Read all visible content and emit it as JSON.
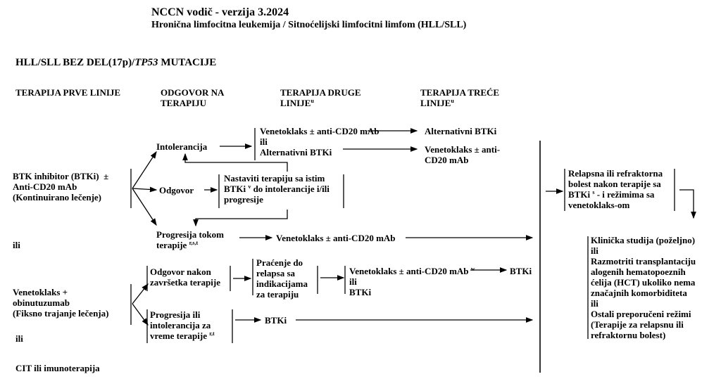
{
  "header": {
    "title": "NCCN vodič - verzija 3.2024",
    "subtitle": "Hronična limfocitna leukemija / Sitnoćelijski limfocitni limfom (HLL/SLL)"
  },
  "section_title_pre": "HLL/SLL BEZ DEL(17p)/",
  "section_title_italic": "TP53",
  "section_title_post": " MUTACIJE",
  "columns": {
    "first_line": "TERAPIJA PRVE LINIJE",
    "response": "ODGOVOR NA\nTERAPIJU",
    "second_line": "TERAPIJA DRUGE\nLINIJE",
    "second_line_sup": "u",
    "third_line": "TERAPIJA TREĆE\nLINIJE",
    "third_line_sup": "u"
  },
  "first_line": {
    "btki": "BTK inhibitor (BTKi)  ±\nAnti-CD20 mAb\n(Kontinuirano lečenje)",
    "or1": "ili",
    "venetoclax": "Venetoklaks +\nobinutuzumab\n(Fiksno trajanje lečenja)",
    "or2": "ili",
    "cit": "CIT ili imunoterapija"
  },
  "btki_branch": {
    "intolerance": "Intolerancija",
    "intolerance_second": "Venetoklaks ± anti-CD20 mAb\nili\nAlternativni BTKi",
    "intolerance_third_a": "Alternativni BTKi",
    "intolerance_third_b": "Venetoklaks ± anti-\nCD20 mAb",
    "response": "Odgovor",
    "continue_1": "Nastaviti terapiju sa istim",
    "continue_2a": "BTKi ",
    "continue_sup": "v",
    "continue_2b": " do intolerancije i/ili",
    "continue_3": "progresije",
    "progression_1": "Progresija tokom",
    "progression_2": "terapije ",
    "progression_sup": "r,s,t",
    "progression_second": "Venetoklaks ± anti-CD20 mAb"
  },
  "ven_branch": {
    "response": "Odgovor nakon\nzavršetka terapije",
    "monitoring": "Praćenje do\nrelapsa sa\nindikacijama\nza terapiju",
    "second_1": "Venetoklaks ± anti-CD20 mAb ",
    "second_1_sup": "w",
    "second_2": "ili\nBTKi",
    "third": "BTKi",
    "progression_1": "Progresija ili\nintolerancija za",
    "progression_2": "vreme terapije ",
    "progression_sup": "r,t",
    "progression_second": "BTKi"
  },
  "final": {
    "relapse_1": "Relapsna ili refraktorna\nbolest nakon terapije sa",
    "relapse_2a": "BTKi ",
    "relapse_sup": "s",
    "relapse_2b": " - i režimima sa",
    "relapse_3": "venetoklaks-om",
    "options": "Klinička studija (poželjno)\nili\nRazmotriti transplantaciju\nalogenih hematopoeznih\nćelija (HCT) ukoliko nema\nznačajnih komorbiditeta\nili\nOstali preporučeni režimi\n(Terapije za relapsnu ili\nrefraktornu bolest)"
  }
}
